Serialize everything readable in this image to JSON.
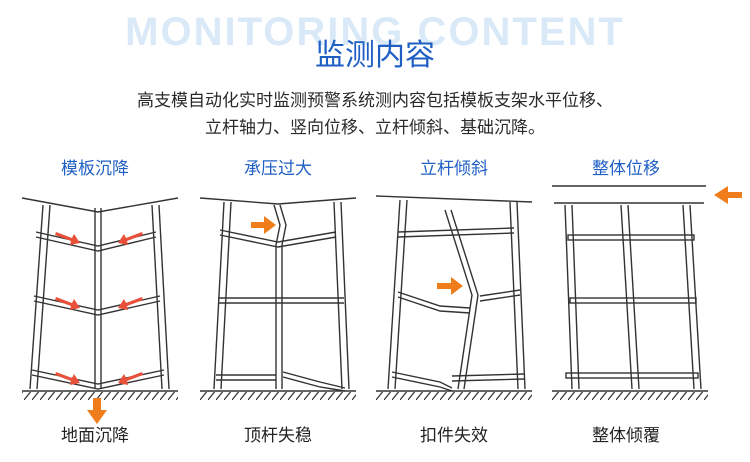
{
  "header": {
    "background_title": "MONITORING CONTENT",
    "title": "监测内容",
    "description_line1": "高支模自动化实时监测预警系统测内容包括模板支架水平位移、",
    "description_line2": "立杆轴力、竖向位移、立杆倾斜、基础沉降。"
  },
  "panels": [
    {
      "title": "模板沉降",
      "caption": "地面沉降",
      "icon": "settlement-diagram"
    },
    {
      "title": "承压过大",
      "caption": "顶杆失稳",
      "icon": "overload-diagram"
    },
    {
      "title": "立杆倾斜",
      "caption": "扣件失效",
      "icon": "tilt-diagram"
    },
    {
      "title": "整体位移",
      "caption": "整体倾覆",
      "icon": "displacement-diagram"
    }
  ],
  "colors": {
    "accent_blue": "#1f5fc4",
    "watermark_blue": "#d9e9f8",
    "arrow_orange": "#f07d1c",
    "arrow_red": "#e8503a",
    "line_dark": "#333333"
  }
}
